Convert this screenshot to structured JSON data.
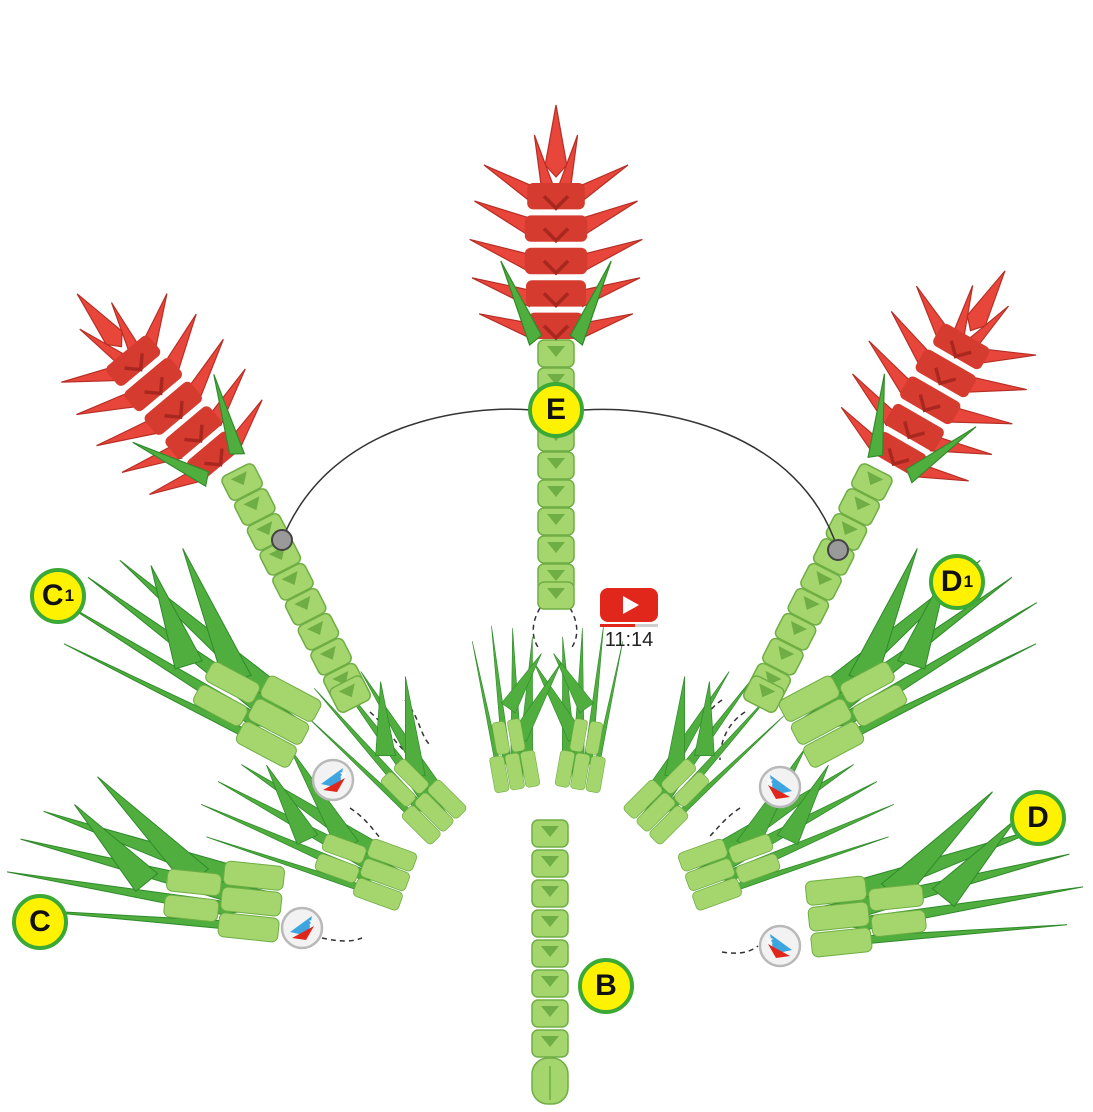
{
  "labels": {
    "e": "E",
    "c1": "C",
    "c1_sub": "1",
    "d1": "D",
    "d1_sub": "1",
    "c": "C",
    "d": "D",
    "b": "B"
  },
  "video": {
    "icon": "play-button-icon",
    "timestamp": "11:14",
    "progress": 0.6
  },
  "colors": {
    "flower": "#e8463a",
    "flower_dark": "#c8342c",
    "leaf": "#4fae3e",
    "leaf_dark": "#2f8a2a",
    "stem": "#a4d66d",
    "stem_dark": "#6fae44",
    "label_fill": "#fff200",
    "label_border": "#3aa935"
  }
}
